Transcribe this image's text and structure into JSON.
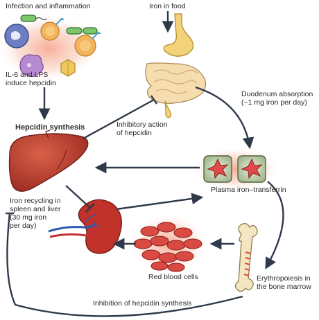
{
  "labels": {
    "infection": "Infection and inflammation",
    "il6_line1": "IL-6 and LPS",
    "il6_line2": "induce hepcidin",
    "iron_food": "Iron in food",
    "duodenum_line1": "Duodenum absorption",
    "duodenum_line2": "(~1 mg iron per day)",
    "hepcidin_synthesis": "Hepcidin synthesis",
    "inhibitory_line1": "Inhibitory action",
    "inhibitory_line2": "of hepcidin",
    "plasma": "Plasma iron–transferrin",
    "recycling_line1": "Iron recycling in",
    "recycling_line2": "spleen and liver",
    "recycling_line3": "(30 mg iron",
    "recycling_line4": "per day)",
    "rbc": "Red blood cells",
    "erythro_line1": "Erythropoiesis in",
    "erythro_line2": "the bone marrow",
    "inhibition": "Inhibition of hepcidin synthesis"
  },
  "colors": {
    "arrow": "#2e3a4a",
    "liver": "#b83a2b",
    "rbc": "#d84a42",
    "stomach": "#f2d27a",
    "transferrin": "#c8d8b8",
    "star": "#e24a4a",
    "bone": "#f4e6c2",
    "glow": "#f6b9a5"
  }
}
